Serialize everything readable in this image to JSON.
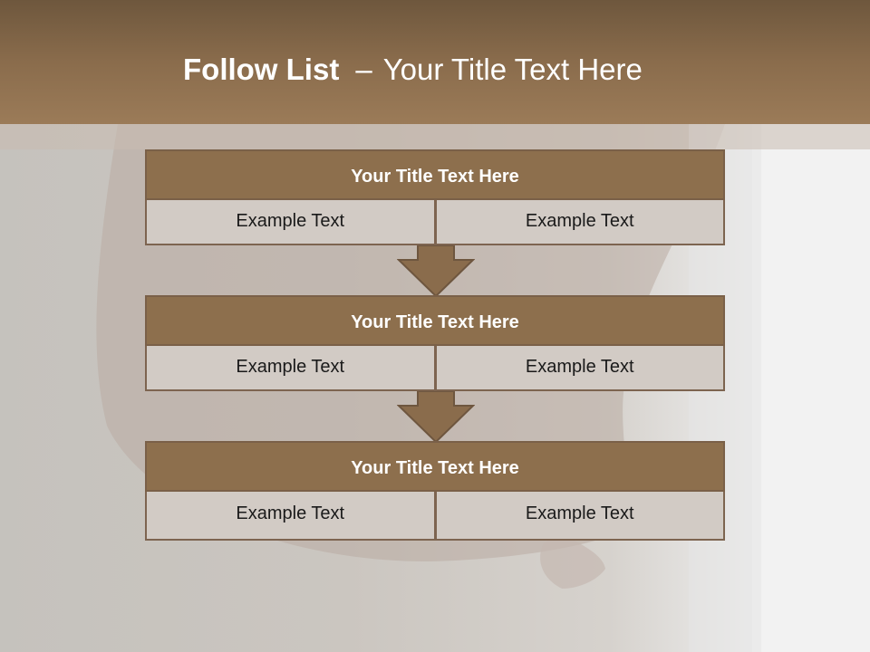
{
  "header": {
    "title_bold": "Follow List",
    "title_dash": "–",
    "title_rest": "Your Title Text Here"
  },
  "boxes": [
    {
      "title": "Your Title Text Here",
      "left": "Example Text",
      "right": "Example Text"
    },
    {
      "title": "Your Title Text Here",
      "left": "Example Text",
      "right": "Example Text"
    },
    {
      "title": "Your Title Text Here",
      "left": "Example Text",
      "right": "Example Text"
    }
  ],
  "colors": {
    "header_brown": "#8a6c4c",
    "box_title_brown": "#8d6f4d",
    "cell_beige": "#d2cbc5",
    "arrow_brown": "#8a6c4c"
  }
}
